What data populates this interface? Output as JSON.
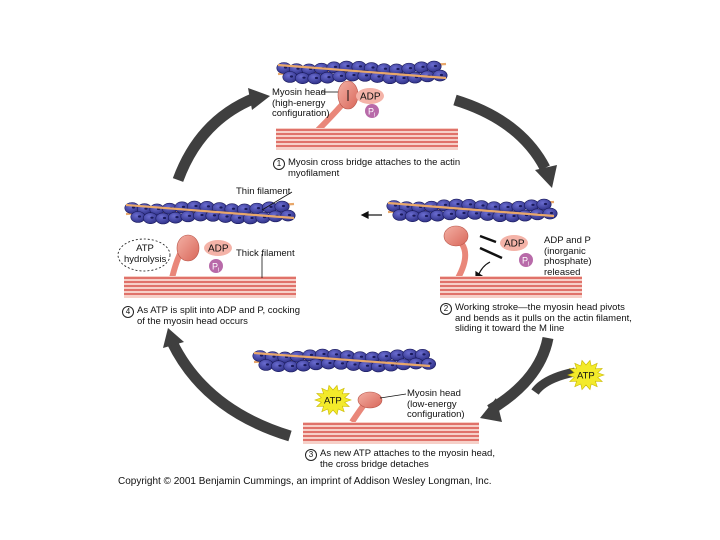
{
  "labels": {
    "myosin_head_high": "Myosin head\n(high-energy\nconfiguration)",
    "adp": "ADP",
    "pi": "P",
    "pi_sub": "i",
    "thin_filament": "Thin filament",
    "thick_filament": "Thick filament",
    "atp_hydrolysis": "ATP\nhydrolysis",
    "adp_pi_released": "ADP and P\n(inorganic\nphosphate)\nreleased",
    "atp": "ATP",
    "myosin_head_low": "Myosin head\n(low-energy\nconfiguration)"
  },
  "steps": [
    {
      "number": "1",
      "text": "Myosin cross bridge attaches to the actin\nmyofilament"
    },
    {
      "number": "2",
      "text": "Working stroke—the myosin head pivots\nand bends as it pulls on the actin filament,\nsliding it toward the M line"
    },
    {
      "number": "3",
      "text": "As new ATP attaches to the myosin head,\nthe cross bridge detaches"
    },
    {
      "number": "4",
      "text": "As ATP is split into ADP and P, cocking\nof the myosin head occurs"
    }
  ],
  "copyright": "Copyright © 2001 Benjamin Cummings, an imprint of Addison Wesley Longman, Inc.",
  "colors": {
    "actin": "#3d3fa6",
    "actin_dark": "#1a1a5c",
    "tropomyosin": "#e8a76a",
    "troponin": "#f2dd22",
    "myosin": "#e9877a",
    "thick_stripe": "#d9534a",
    "adp_pill": "#f4b3a8",
    "pi_ball": "#b86aa9",
    "atp_burst": "#f3ea2a",
    "cycle_arrow": "#3f3f3f"
  }
}
